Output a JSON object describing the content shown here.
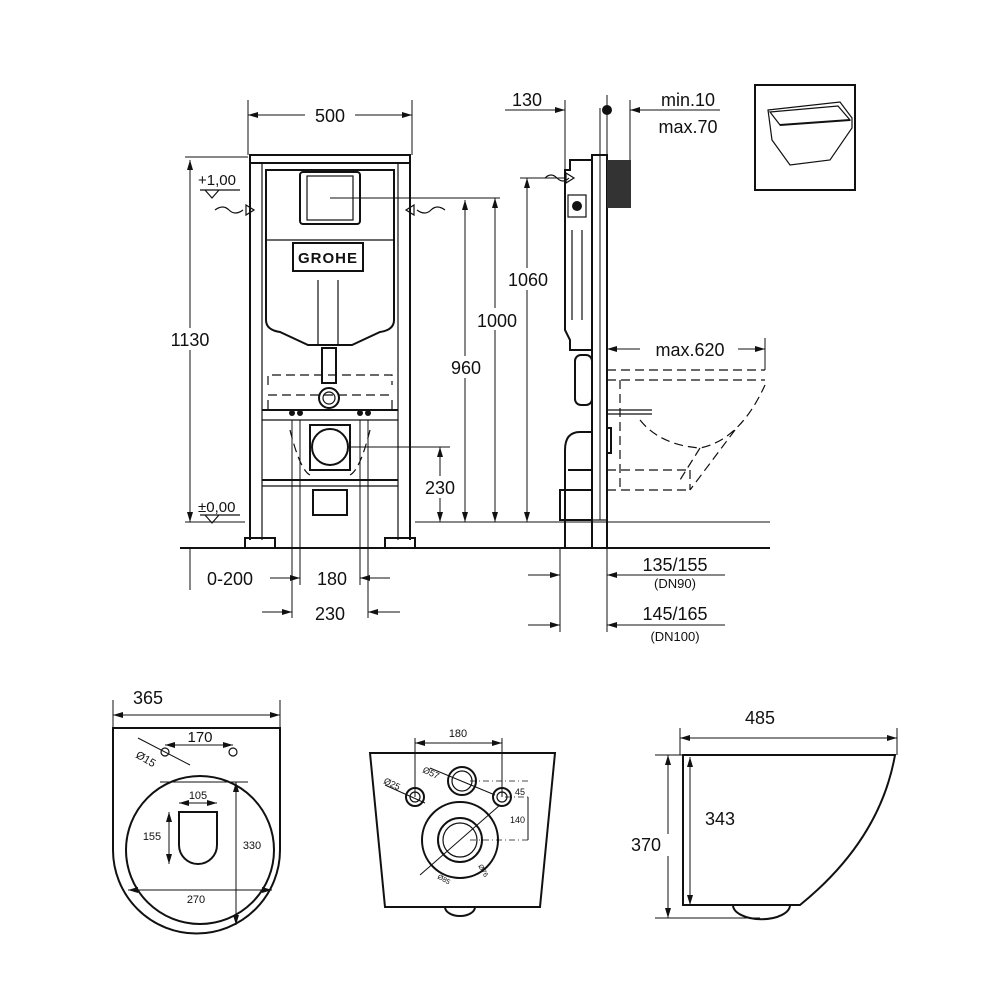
{
  "front_view": {
    "width": "500",
    "height_total": "1130",
    "level_top": "+1,00",
    "level_zero": "±0,00",
    "h_960": "960",
    "h_1000": "1000",
    "h_1060": "1060",
    "h_230": "230",
    "offset": "0-200",
    "w_180": "180",
    "w_230": "230",
    "logo": "GROHE"
  },
  "side_view": {
    "depth_130": "130",
    "min": "min.10",
    "max": "max.70",
    "max_projection": "max.620",
    "dn90_value": "135/155",
    "dn90_label": "(DN90)",
    "dn100_value": "145/165",
    "dn100_label": "(DN100)"
  },
  "bowl_top_view": {
    "width": "365",
    "hole_spacing": "170",
    "hole_dia": "Ø15",
    "opening_width": "105",
    "opening_length": "155",
    "bowl_length": "330",
    "bowl_width": "270"
  },
  "bowl_rear_view": {
    "spacing": "180",
    "dia_25": "Ø25",
    "dia_57": "Ø57",
    "offset_45": "45",
    "offset_140": "140",
    "dia_85": "Ø85",
    "dia_76": "Ø76"
  },
  "bowl_side_view": {
    "length": "485",
    "height": "370",
    "height_inner": "343"
  }
}
